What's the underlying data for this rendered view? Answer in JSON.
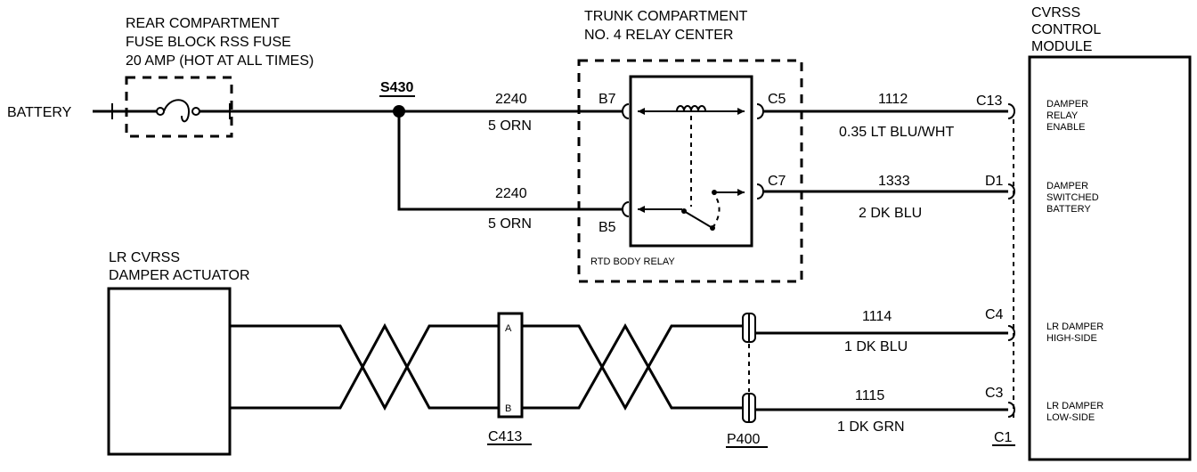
{
  "fuse_block": {
    "line1": "REAR COMPARTMENT",
    "line2": "FUSE BLOCK RSS FUSE",
    "line3": "20 AMP (HOT AT ALL TIMES)"
  },
  "battery_label": "BATTERY",
  "splice_label": "S430",
  "relay_center": {
    "line1": "TRUNK COMPARTMENT",
    "line2": "NO. 4 RELAY CENTER",
    "relay_name": "RTD BODY RELAY"
  },
  "module": {
    "line1": "CVRSS",
    "line2": "CONTROL",
    "line3": "MODULE"
  },
  "actuator": {
    "line1": "LR CVRSS",
    "line2": "DAMPER ACTUATOR"
  },
  "terminals": {
    "b7": "B7",
    "b5": "B5",
    "c5": "C5",
    "c7": "C7",
    "c13": "C13",
    "d1": "D1",
    "c4": "C4",
    "c3": "C3",
    "c1": "C1"
  },
  "wires": [
    {
      "circuit": "2240",
      "desc": "5 ORN"
    },
    {
      "circuit": "2240",
      "desc": "5 ORN"
    },
    {
      "circuit": "1112",
      "desc": "0.35 LT BLU/WHT"
    },
    {
      "circuit": "1333",
      "desc": "2 DK BLU"
    },
    {
      "circuit": "1114",
      "desc": "1 DK BLU"
    },
    {
      "circuit": "1115",
      "desc": "1 DK GRN"
    }
  ],
  "module_pins": [
    {
      "line1": "DAMPER",
      "line2": "RELAY",
      "line3": "ENABLE"
    },
    {
      "line1": "DAMPER",
      "line2": "SWITCHED",
      "line3": "BATTERY"
    },
    {
      "line1": "LR DAMPER",
      "line2": "HIGH-SIDE"
    },
    {
      "line1": "LR DAMPER",
      "line2": "LOW-SIDE"
    }
  ],
  "connectors": {
    "c413": "C413",
    "c413_pin_a": "A",
    "c413_pin_b": "B",
    "p400": "P400"
  }
}
